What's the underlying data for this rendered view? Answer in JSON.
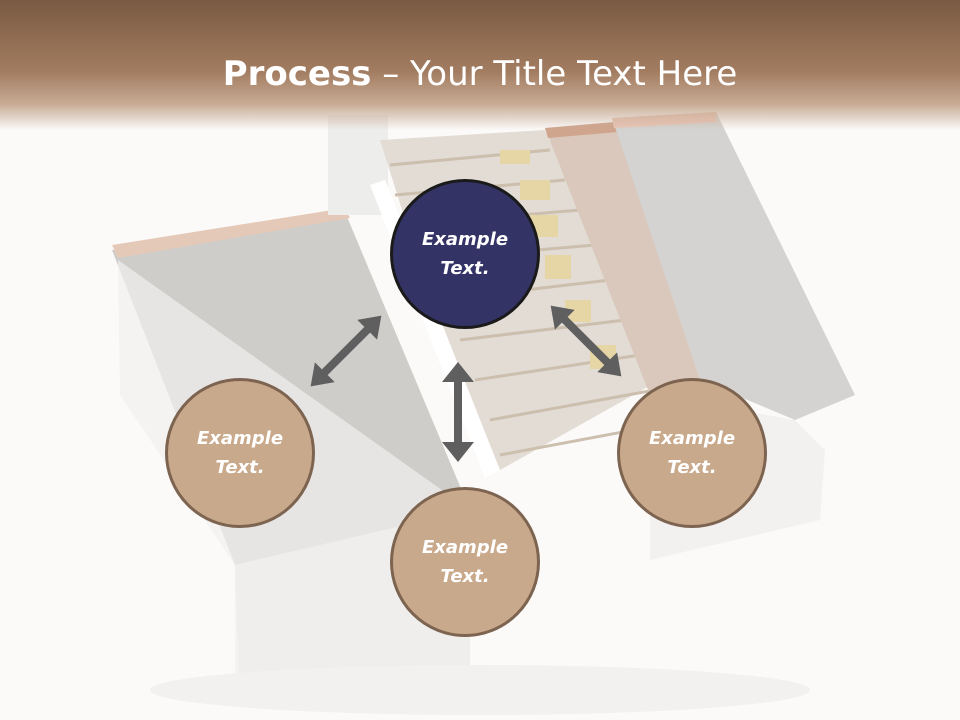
{
  "title": {
    "bold": "Process",
    "rest": " – Your Title Text Here"
  },
  "colors": {
    "header": "#8b6a50",
    "center_node": "#333366",
    "outer_node": "#c9a98b",
    "arrow": "#5f5f5f"
  },
  "nodes": {
    "top": "Example\nText.",
    "left": "Example\nText.",
    "bottom": "Example\nText.",
    "right": "Example\nText."
  },
  "icons": [
    "double-arrow-icon"
  ]
}
